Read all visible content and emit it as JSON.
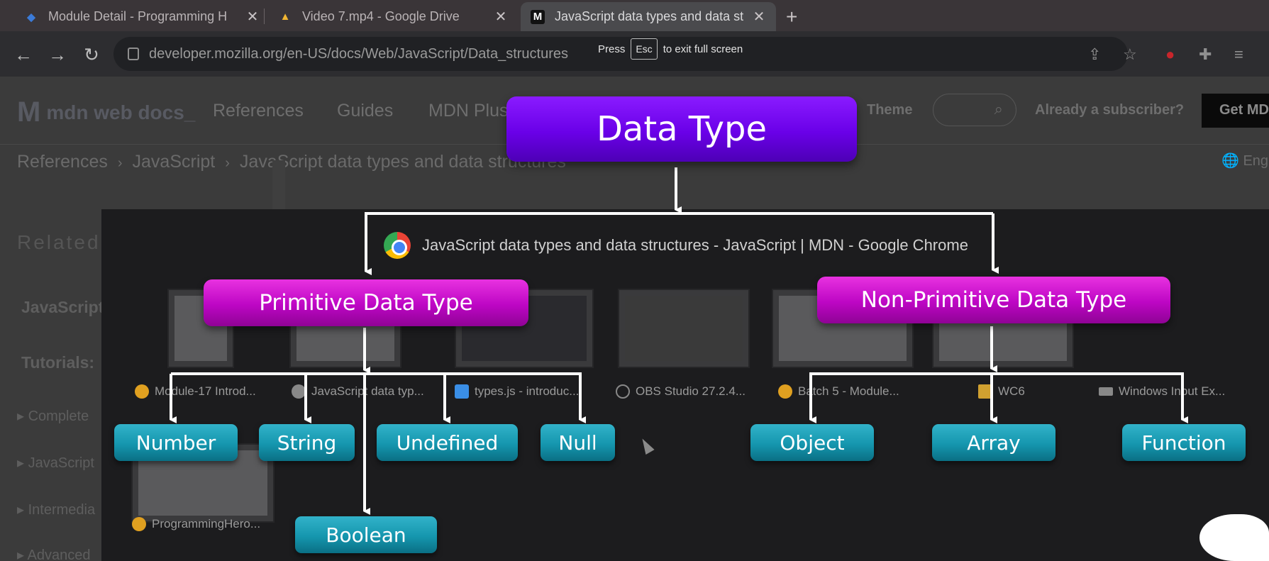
{
  "tabs": [
    {
      "title": "Module Detail - Programming H",
      "active": false,
      "icon": "programming-hero-icon"
    },
    {
      "title": "Video 7.mp4 - Google Drive",
      "active": false,
      "icon": "google-drive-icon"
    },
    {
      "title": "JavaScript data types and data st",
      "active": true,
      "icon": "mdn-icon",
      "favicon_text": "M"
    }
  ],
  "tab_close_glyph": "✕",
  "new_tab_glyph": "+",
  "toolbar": {
    "back_glyph": "←",
    "forward_glyph": "→",
    "reload_glyph": "↻",
    "url": "developer.mozilla.org/en-US/docs/Web/JavaScript/Data_structures"
  },
  "fullscreen_hint": {
    "press": "Press",
    "key": "Esc",
    "rest": "to exit full screen"
  },
  "mdn": {
    "logo_mark": "M",
    "logo_text": "mdn web docs_",
    "nav": [
      "References",
      "Guides",
      "MDN Plus"
    ],
    "theme": "Theme",
    "subscriber": "Already a subscriber?",
    "get_button": "Get MD",
    "breadcrumbs": [
      "References",
      "JavaScript",
      "JavaScript data types and data structures"
    ],
    "lang": "Eng",
    "sidebar_title": "Related Topics",
    "sidebar_js": "JavaScript",
    "tutorials": "Tutorials:",
    "tutorial_items": [
      "Complete",
      "JavaScript",
      "Intermedia",
      "Advanced"
    ]
  },
  "switcher": {
    "window_title": "JavaScript data types and data structures - JavaScript | MDN - Google Chrome",
    "windows": [
      {
        "label": "Module-17 Introd...",
        "icon_color": "#e0a020"
      },
      {
        "label": "JavaScript data typ...",
        "icon_color": "#888888"
      },
      {
        "label": "types.js - introduc...",
        "icon_color": "#3a8ee6"
      },
      {
        "label": "OBS Studio 27.2.4...",
        "icon_color": "#777777"
      },
      {
        "label": "Batch 5 - Module...",
        "icon_color": "#e0a020"
      },
      {
        "label": "WC6",
        "icon_color": "#d0a030"
      },
      {
        "label": "Windows Input Ex...",
        "icon_color": "#888888"
      },
      {
        "label": "ProgrammingHero...",
        "icon_color": "#e0a020"
      }
    ]
  },
  "diagram": {
    "root": "Data Type",
    "primitive": {
      "title": "Primitive Data Type",
      "children": [
        "Number",
        "String",
        "Undefined",
        "Null",
        "Boolean"
      ]
    },
    "non_primitive": {
      "title": "Non-Primitive Data Type",
      "children": [
        "Object",
        "Array",
        "Function"
      ]
    }
  },
  "colors": {
    "root_node": "#6a00e8",
    "category_node": "#bd06c4",
    "leaf_node": "#1596ae",
    "connector": "#ffffff"
  }
}
